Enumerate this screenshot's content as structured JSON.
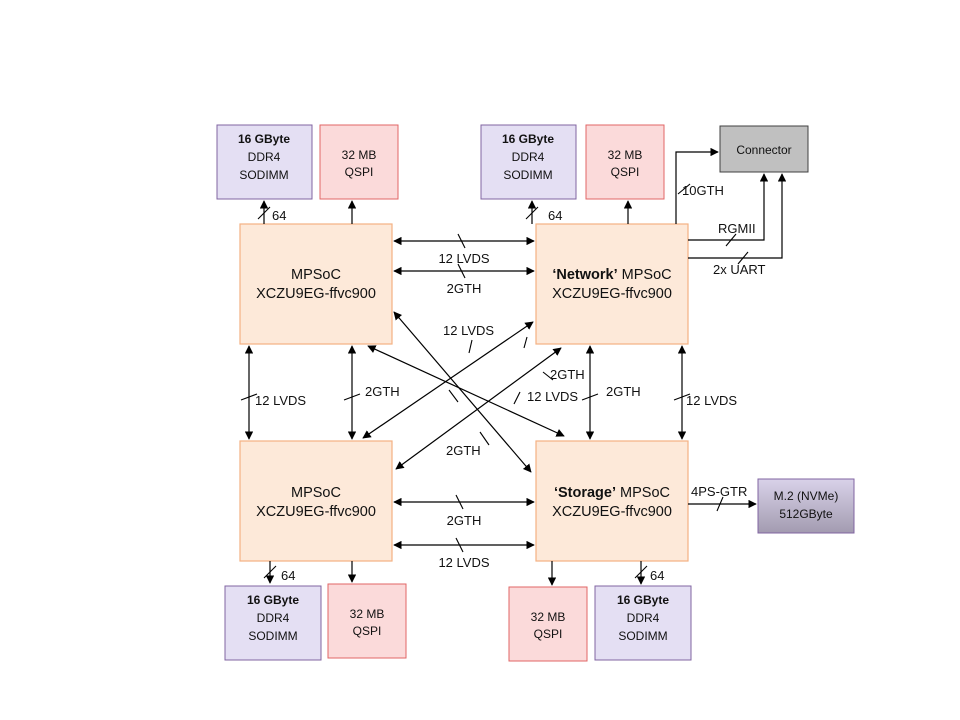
{
  "colors": {
    "mpsoc_fill": "#fde9d9",
    "mpsoc_stroke": "#f4b183",
    "ddr_fill": "#e4dff3",
    "ddr_stroke": "#8064a2",
    "qspi_fill": "#fbdada",
    "qspi_stroke": "#e06666",
    "connector_fill": "#c0c0c0",
    "connector_stroke": "#404040",
    "m2_fill_top": "#d9d2e9",
    "m2_fill_bottom": "#a39bb0",
    "m2_stroke": "#8064a2"
  },
  "mpsoc": {
    "top_left": {
      "name": "MPSoC",
      "part": "XCZU9EG-ffvc900"
    },
    "network": {
      "role": "‘Network’",
      "name": "MPSoC",
      "part": "XCZU9EG-ffvc900"
    },
    "bottom_left": {
      "name": "MPSoC",
      "part": "XCZU9EG-ffvc900"
    },
    "storage": {
      "role": "‘Storage’",
      "name": "MPSoC",
      "part": "XCZU9EG-ffvc900"
    }
  },
  "memory": {
    "ddr": {
      "size": "16 GByte",
      "type": "DDR4",
      "form": "SODIMM",
      "bus_width": "64"
    },
    "qspi": {
      "size": "32 MB",
      "type": "QSPI"
    }
  },
  "connector": {
    "label": "Connector"
  },
  "m2": {
    "line1": "M.2 (NVMe)",
    "line2": "512GByte"
  },
  "links": {
    "lvds": "12 LVDS",
    "gth": "2GTH",
    "gth10": "10GTH",
    "rgmii": "RGMII",
    "uart": "2x UART",
    "ps_gtr": "4PS-GTR"
  }
}
